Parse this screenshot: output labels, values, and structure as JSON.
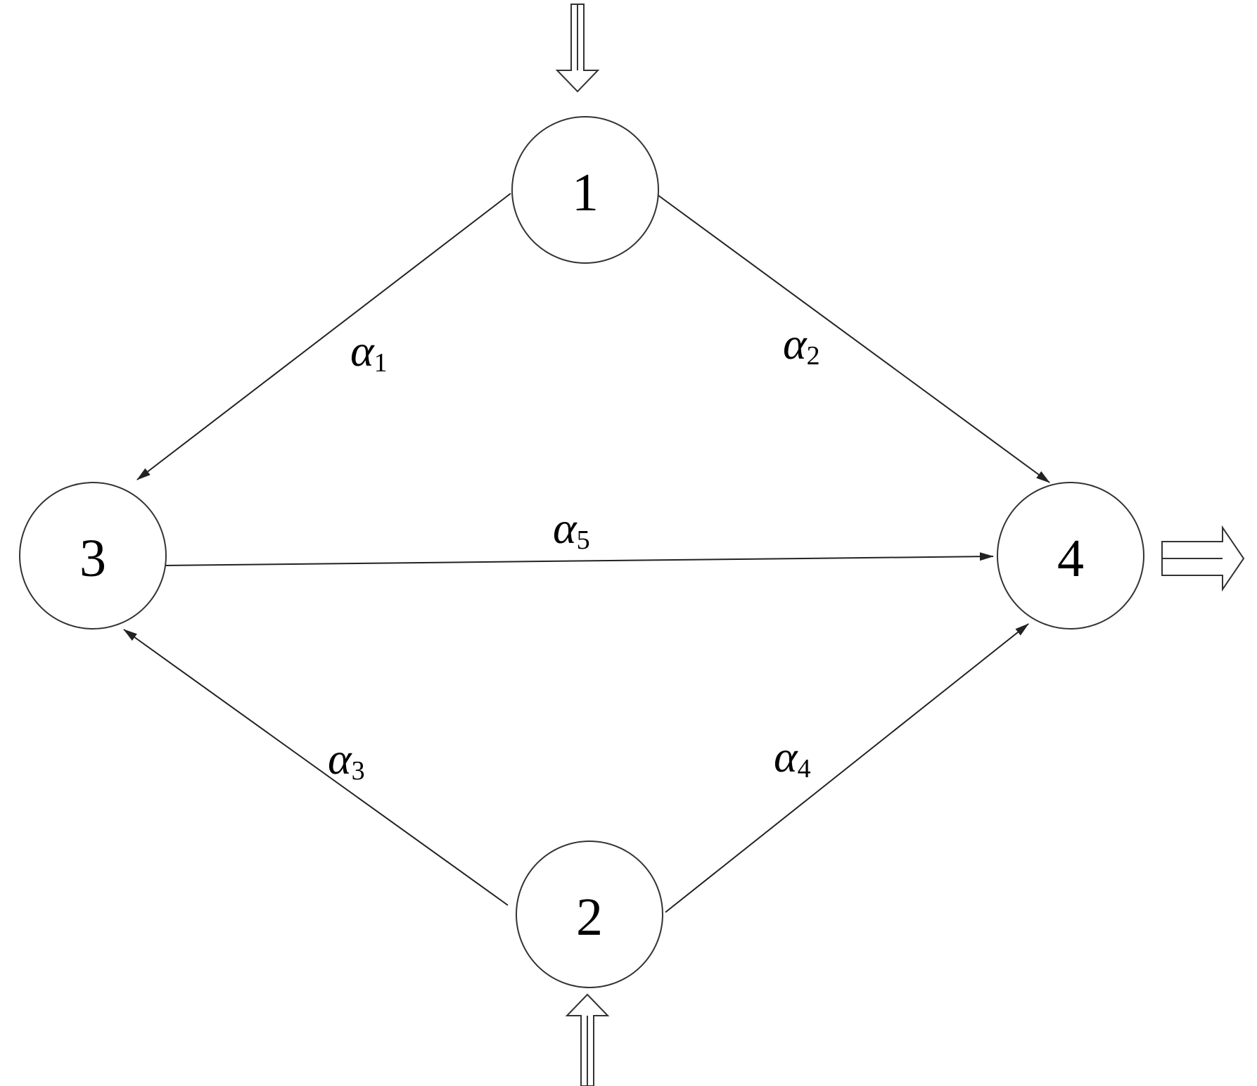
{
  "diagram": {
    "nodes": [
      {
        "id": "1",
        "label": "1"
      },
      {
        "id": "2",
        "label": "2"
      },
      {
        "id": "3",
        "label": "3"
      },
      {
        "id": "4",
        "label": "4"
      }
    ],
    "edges": [
      {
        "from": "1",
        "to": "3",
        "symbol": "α",
        "subscript": "1"
      },
      {
        "from": "1",
        "to": "4",
        "symbol": "α",
        "subscript": "2"
      },
      {
        "from": "2",
        "to": "3",
        "symbol": "α",
        "subscript": "3"
      },
      {
        "from": "2",
        "to": "4",
        "symbol": "α",
        "subscript": "4"
      },
      {
        "from": "3",
        "to": "4",
        "symbol": "α",
        "subscript": "5"
      }
    ],
    "inflows": [
      "1",
      "2"
    ],
    "outflows": [
      "4"
    ]
  }
}
